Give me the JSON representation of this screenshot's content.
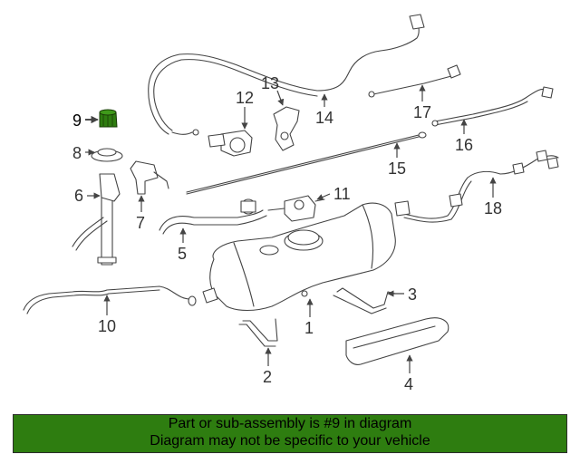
{
  "diagram": {
    "callouts": [
      "1",
      "2",
      "3",
      "4",
      "5",
      "6",
      "7",
      "8",
      "9",
      "10",
      "11",
      "12",
      "13",
      "14",
      "15",
      "16",
      "17",
      "18"
    ],
    "highlighted_callout": "9"
  },
  "banner": {
    "line1": "Part or sub-assembly is #9 in diagram",
    "line2": "Diagram may not be specific to your vehicle",
    "background_color": "#2e7d10"
  }
}
